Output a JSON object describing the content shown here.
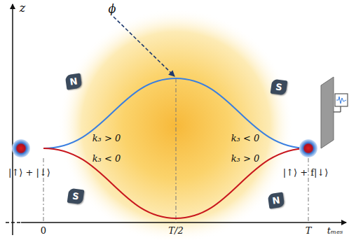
{
  "diagram": {
    "nodes": [
      {
        "text": [
          "N"
        ]
      },
      {
        "text": [
          "S"
        ]
      },
      {
        "text": [
          "S"
        ]
      },
      {
        "text": [
          "N"
        ]
      }
    ],
    "labels": [
      "z",
      "ϕ",
      "k₃ > 0",
      "k₃ < 0",
      "k₃ < 0",
      "k₃ > 0",
      "|↑⟩ + |↓⟩",
      "|↑⟩ + f|↓⟩",
      "0",
      "T/2",
      "T",
      "tₘₑₛ"
    ]
  }
}
